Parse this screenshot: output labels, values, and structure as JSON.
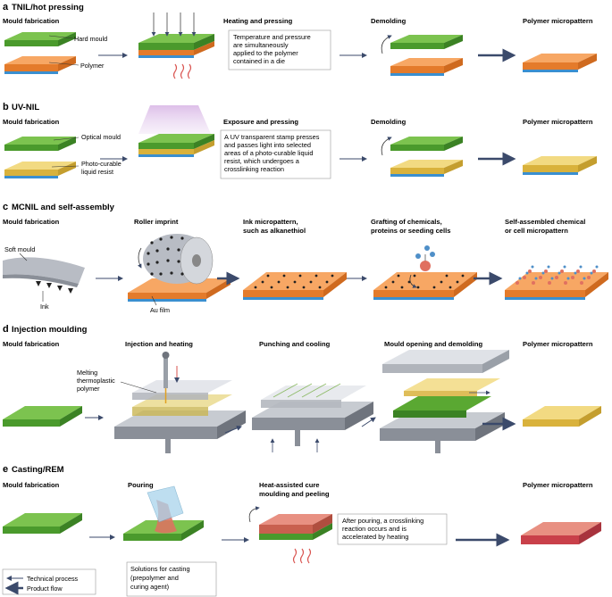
{
  "sections": [
    {
      "letter": "a",
      "title": "TNIL/hot pressing"
    },
    {
      "letter": "b",
      "title": "UV-NIL"
    },
    {
      "letter": "c",
      "title": "MCNIL and self-assembly"
    },
    {
      "letter": "d",
      "title": "Injection moulding"
    },
    {
      "letter": "e",
      "title": "Casting/REM"
    }
  ],
  "a": {
    "steps": [
      "Mould fabrication",
      "Heating and pressing",
      "Demolding",
      "Polymer micropattern"
    ],
    "labels": {
      "hard_mould": "Hard mould",
      "polymer": "Polymer"
    },
    "note": [
      "Temperature and pressure",
      "are simultaneously",
      "applied to the polymer",
      "contained in a die"
    ]
  },
  "b": {
    "steps": [
      "Mould fabrication",
      "Exposure and pressing",
      "Demolding",
      "Polymer micropattern"
    ],
    "labels": {
      "optical_mould": "Optical mould",
      "resist_1": "Photo-curable",
      "resist_2": "liquid resist"
    },
    "note": [
      "A UV transparent stamp presses",
      "and passes light into selected",
      "areas of a photo-curable liquid",
      "resist, which undergoes a",
      "crosslinking reaction"
    ]
  },
  "c": {
    "steps": [
      [
        "Mould fabrication"
      ],
      [
        "Roller imprint"
      ],
      [
        "Ink micropattern,",
        "such as alkanethiol"
      ],
      [
        "Grafting of chemicals,",
        "proteins or seeding cells"
      ],
      [
        "Self-assembled chemical",
        "or cell micropattern"
      ]
    ],
    "labels": {
      "soft_mould": "Soft mould",
      "ink": "Ink",
      "au_film": "Au film"
    }
  },
  "d": {
    "steps": [
      "Mould fabrication",
      "Injection and heating",
      "Punching and cooling",
      "Mould opening and demolding",
      "Polymer micropattern"
    ],
    "labels": {
      "melt_1": "Melting",
      "melt_2": "thermoplastic",
      "melt_3": "polymer"
    }
  },
  "e": {
    "steps": [
      [
        "Mould fabrication"
      ],
      [
        "Pouring"
      ],
      [
        "Heat-assisted cure",
        "moulding and peeling"
      ],
      [
        "Polymer micropattern"
      ]
    ],
    "note": [
      "After pouring, a crosslinking",
      "reaction occurs and is",
      "accelerated by heating"
    ],
    "solutions": [
      "Solutions for casting",
      "(prepolymer and",
      "curing agent)"
    ]
  },
  "legend": {
    "technical": "Technical process",
    "product": "Product flow"
  },
  "colors": {
    "green": "#5aa832",
    "orange": "#f08a3a",
    "yellow": "#e6c24a",
    "blue": "#3a8fd0",
    "grey": "#c7cbd1",
    "red": "#d9534f",
    "arrow": "#3b4a6b"
  }
}
